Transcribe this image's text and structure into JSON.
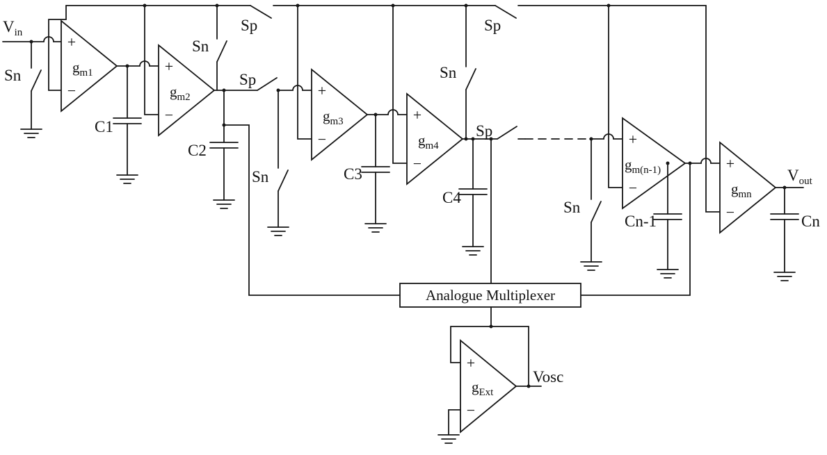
{
  "meta": {
    "description": "Gm-C transconductor filter chain with analogue multiplexer and external oscillator amplifier",
    "ink_color": "#161616",
    "background_color": "#ffffff"
  },
  "terminals": {
    "vin_main": "V",
    "vin_sub": "in",
    "vout_main": "V",
    "vout_sub": "out",
    "vosc": "Vosc"
  },
  "amps": {
    "gm1": {
      "base": "g",
      "sub": "m1"
    },
    "gm2": {
      "base": "g",
      "sub": "m2"
    },
    "gm3": {
      "base": "g",
      "sub": "m3"
    },
    "gm4": {
      "base": "g",
      "sub": "m4"
    },
    "gmn1": {
      "base": "g",
      "sub": "m(n-1)"
    },
    "gmn": {
      "base": "g",
      "sub": "mn"
    },
    "gext": {
      "base": "g",
      "sub": "Ext"
    }
  },
  "polarity": {
    "plus": "+",
    "minus": "−"
  },
  "capacitors": {
    "c1": "C1",
    "c2": "C2",
    "c3": "C3",
    "c4": "C4",
    "cn1": "Cn-1",
    "cn": "Cn"
  },
  "switches": {
    "sn_input": "Sn",
    "sn_gm2_output": "Sn",
    "sn_gm3_input": "Sn",
    "sn_gm4_output": "Sn",
    "sn_gmn1_input": "Sn",
    "sp_rail_left": "Sp",
    "sp_rail_right": "Sp",
    "sp_stage2_series": "Sp",
    "sp_stage4_series": "Sp"
  },
  "multiplexer": {
    "label": "Analogue Multiplexer"
  }
}
